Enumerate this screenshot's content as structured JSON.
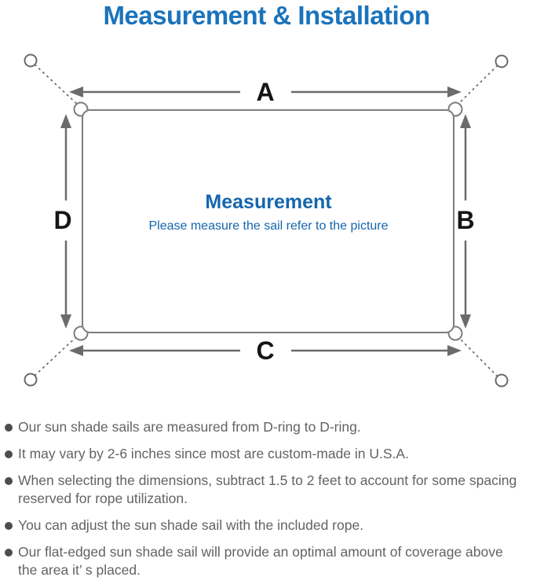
{
  "title": "Measurement & Installation",
  "diagram": {
    "heading": "Measurement",
    "subheading": "Please measure the sail refer to the picture",
    "labels": {
      "top": "A",
      "right": "B",
      "bottom": "C",
      "left": "D"
    },
    "colors": {
      "title_blue": "#1b73bb",
      "heading_blue": "#1566ad",
      "outline_gray": "#7d7d7d",
      "arrow_gray": "#6b6b6b",
      "label_black": "#151515"
    }
  },
  "notes": {
    "items": [
      "Our sun shade sails are measured from D-ring to D-ring.",
      "It may vary by 2-6 inches since most are custom-made in U.S.A.",
      "When selecting the dimensions, subtract 1.5 to 2 feet to account for some spacing reserved for rope utilization.",
      "You can adjust the sun shade sail with the included rope.",
      "Our flat-edged sun shade sail will provide an optimal amount of coverage above the area it’ s placed."
    ]
  }
}
